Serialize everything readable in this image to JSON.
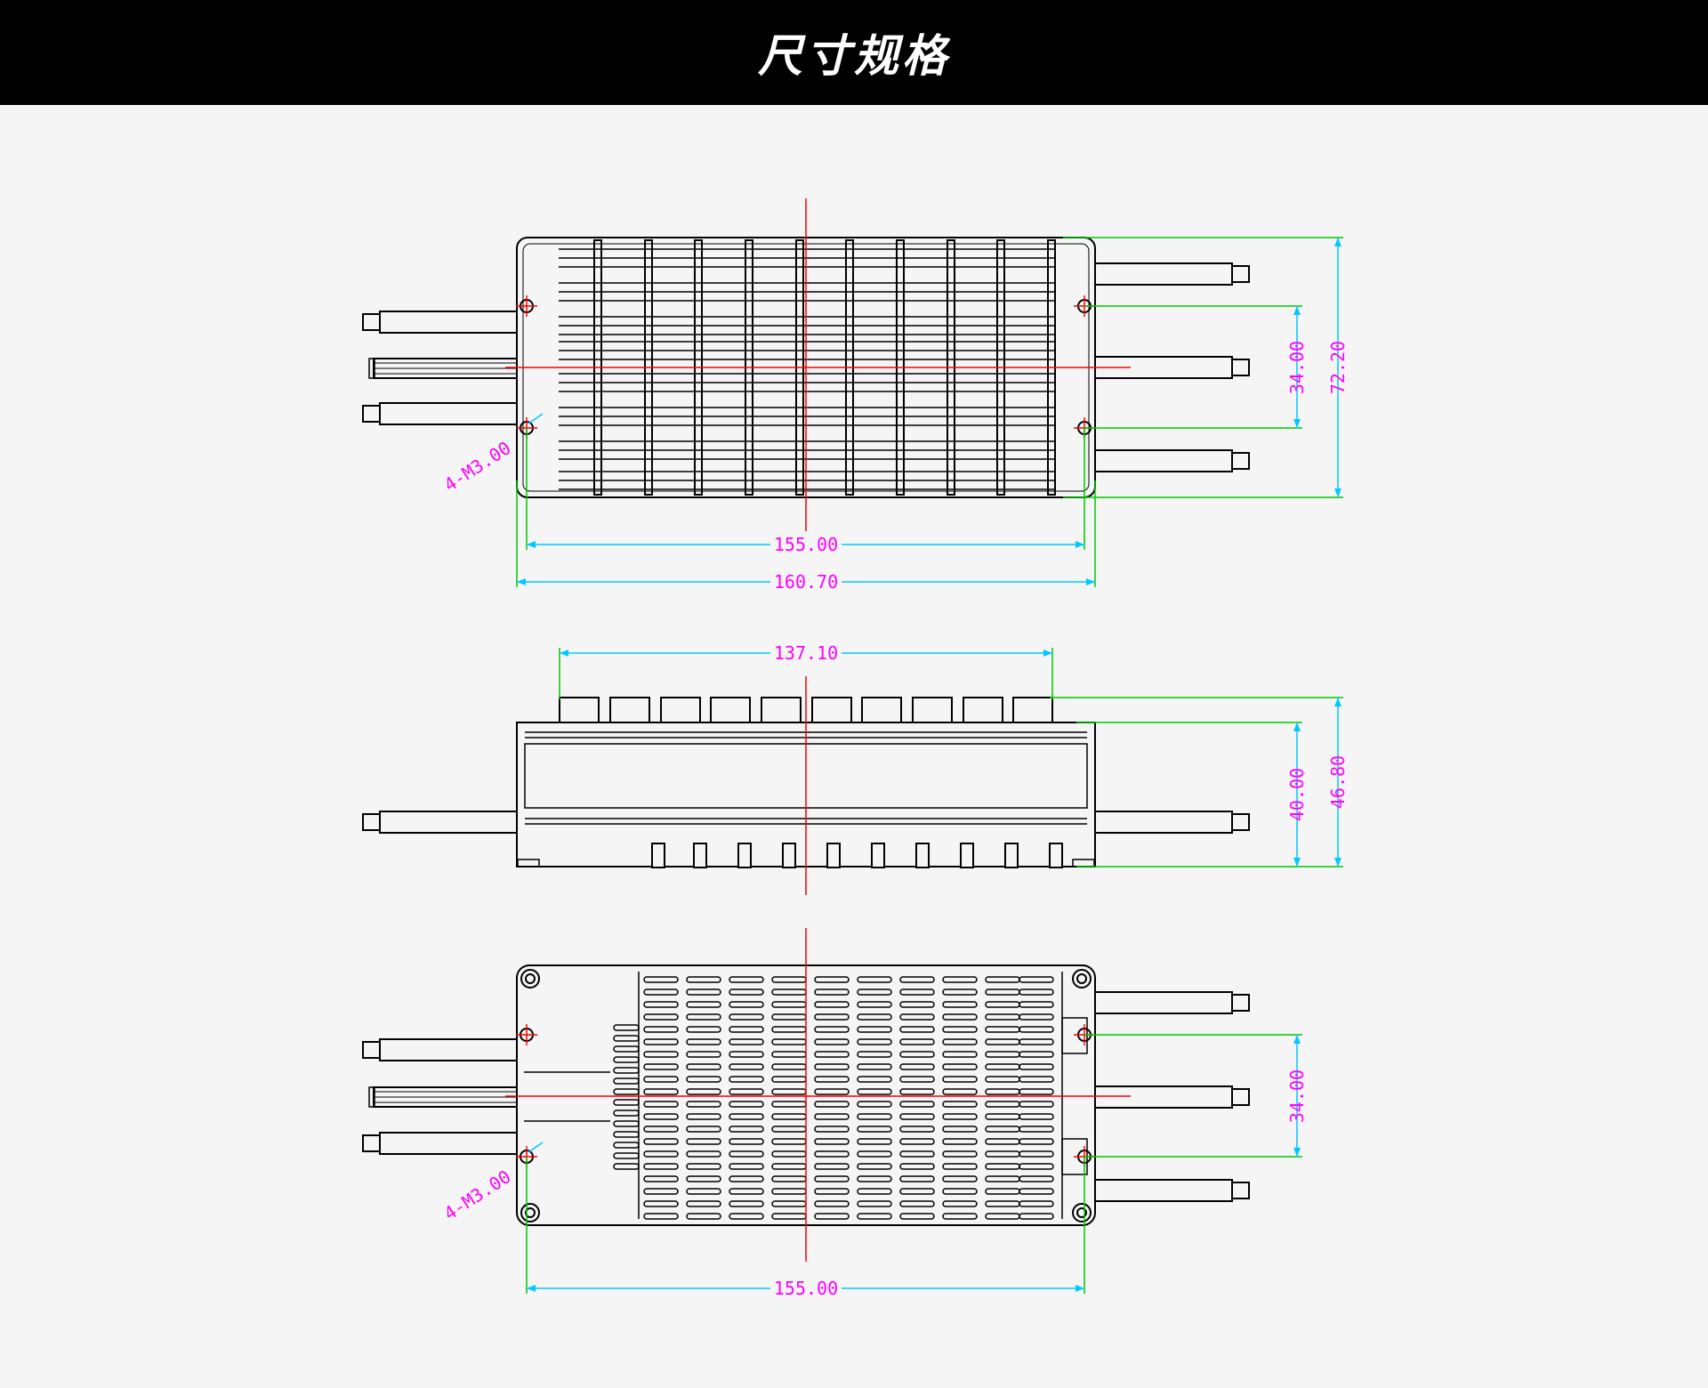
{
  "header": {
    "title": "尺寸规格"
  },
  "views": {
    "top": {
      "dims": {
        "hole_spacing_width": "155.00",
        "overall_width": "160.70",
        "hole_spacing_height": "34.00",
        "overall_height": "72.20"
      },
      "mount_callout": "4-M3.00"
    },
    "side": {
      "dims": {
        "fin_span": "137.10",
        "body_height": "40.00",
        "overall_height": "46.80"
      }
    },
    "bottom": {
      "dims": {
        "hole_spacing_width": "155.00",
        "hole_spacing_height": "34.00"
      },
      "mount_callout": "4-M3.00"
    }
  },
  "colors": {
    "outline": "#000000",
    "centerline": "#ff0000",
    "dim_green": "#00c800",
    "dim_cyan": "#00c8ff",
    "dim_text": "#ff00ff",
    "background": "#f5f5f5",
    "header_bg": "#000000"
  }
}
